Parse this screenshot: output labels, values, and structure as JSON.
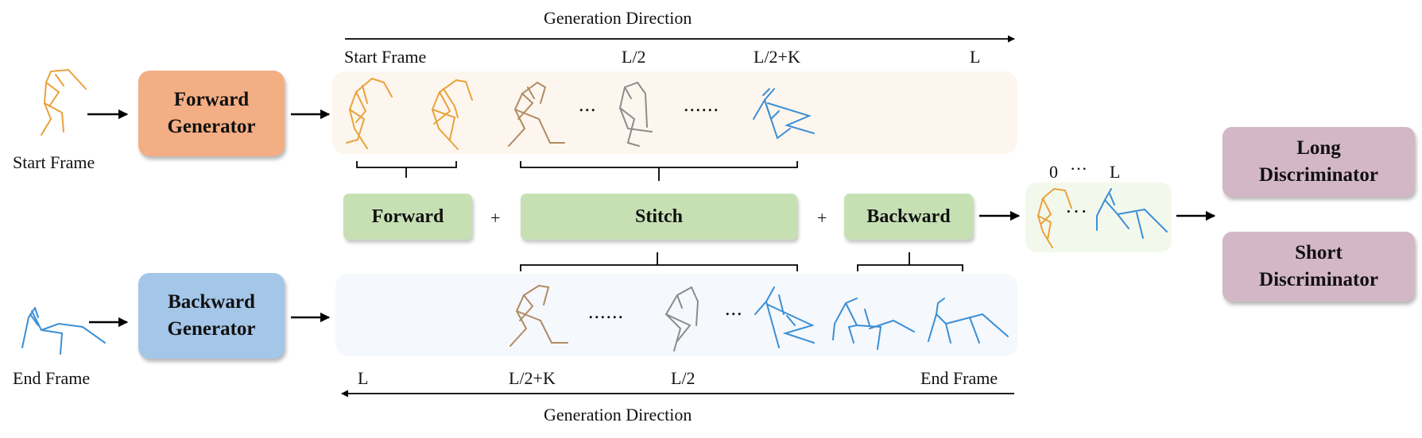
{
  "top": {
    "direction_label": "Generation Direction",
    "tick_start": "Start Frame",
    "tick_half": "L/2",
    "tick_halfk": "L/2+K",
    "tick_end": "L",
    "ellipsis_short": "...",
    "ellipsis_long": "......"
  },
  "bottom": {
    "direction_label": "Generation Direction",
    "tick_l": "L",
    "tick_halfk": "L/2+K",
    "tick_half": "L/2",
    "tick_end": "End Frame",
    "ellipsis_short": "...",
    "ellipsis_long": "......"
  },
  "left": {
    "start_frame": "Start Frame",
    "end_frame": "End Frame"
  },
  "generators": {
    "forward_line1": "Forward",
    "forward_line2": "Generator",
    "backward_line1": "Backward",
    "backward_line2": "Generator"
  },
  "segments": {
    "forward": "Forward",
    "stitch": "Stitch",
    "backward": "Backward",
    "plus": "+"
  },
  "merged": {
    "label_start": "0",
    "label_dots": "···",
    "label_end": "L",
    "ellipsis": "···"
  },
  "discriminators": {
    "long_line1": "Long",
    "long_line2": "Discriminator",
    "short_line1": "Short",
    "short_line2": "Discriminator"
  },
  "colors": {
    "forward_generator": "#f4ae84",
    "backward_generator": "#a4c6e8",
    "segment": "#c6e0b4",
    "discriminator": "#d3b7c7",
    "top_band": "#fdf6ef",
    "bottom_band": "#f5f8fc",
    "merged_band": "#f3f8ec",
    "pose_orange": "#e9a23b",
    "pose_brown": "#b08a63",
    "pose_gray": "#8c8c8c",
    "pose_blue": "#3b8fd6"
  }
}
